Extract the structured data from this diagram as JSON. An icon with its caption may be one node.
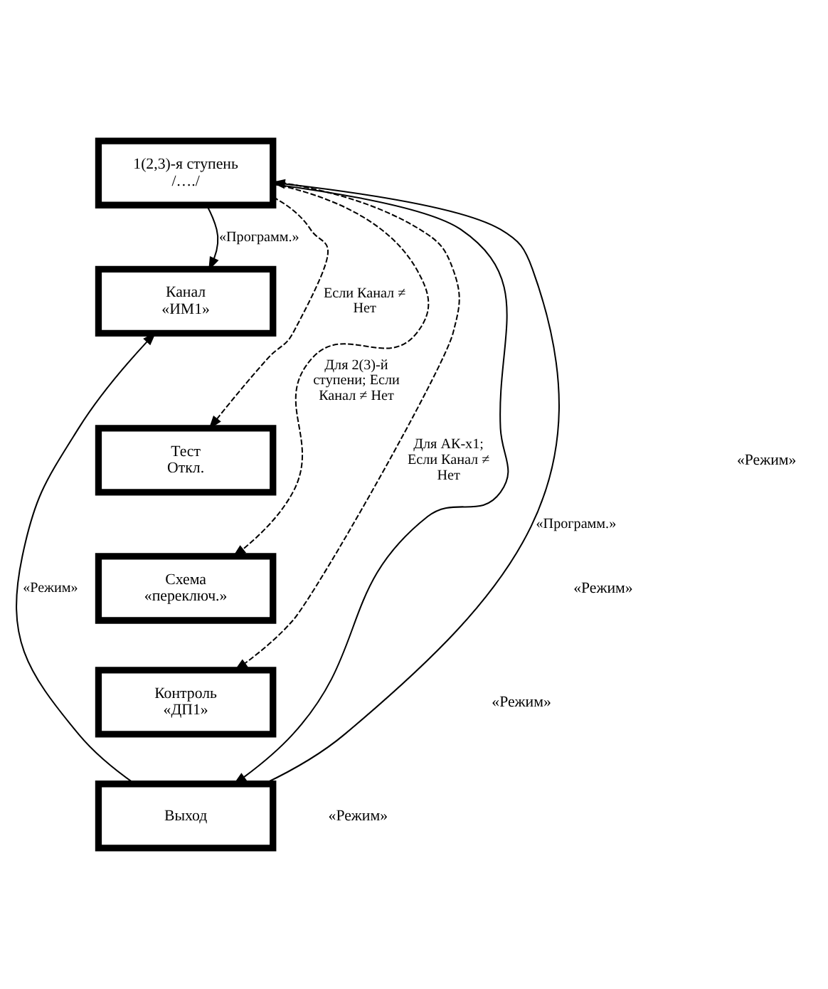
{
  "diagram": {
    "nodes": [
      {
        "text": [
          "1(2,3)-я ступень",
          "/…./"
        ]
      },
      {
        "text": [
          "Канал",
          "«ИМ1»"
        ]
      },
      {
        "text": [
          "Тест",
          "Откл."
        ]
      },
      {
        "text": [
          "Схема",
          "«переключ.»"
        ]
      },
      {
        "text": [
          "Контроль",
          "«ДП1»"
        ]
      },
      {
        "text": [
          "Выход"
        ]
      }
    ],
    "edges": [
      {
        "from": 0,
        "to": 1,
        "arrow": "to",
        "label": "«Программ.»"
      },
      {
        "from": 0,
        "to": 2,
        "arrow": "to",
        "style": "dashed",
        "label": "Если Канал ≠ Нет"
      },
      {
        "from": 0,
        "to": 3,
        "arrow": "to",
        "style": "dashed",
        "label": "Для 2(3)-й ступени; Если Канал ≠ Нет"
      },
      {
        "from": 0,
        "to": 4,
        "arrow": "to",
        "style": "dashed",
        "label": "Для АК-х1; Если Канал ≠ Нет"
      },
      {
        "from": 0,
        "to": 5,
        "arrow": "to"
      },
      {
        "from": 5,
        "to": 1,
        "arrow": "to",
        "label": "«Режим»"
      },
      {
        "from": 5,
        "to": 0,
        "arrow": "to",
        "label": "«Программ.»"
      }
    ],
    "labels": [
      "«Режим»",
      "«Режим»",
      "«Режим»",
      "«Режим»"
    ]
  }
}
